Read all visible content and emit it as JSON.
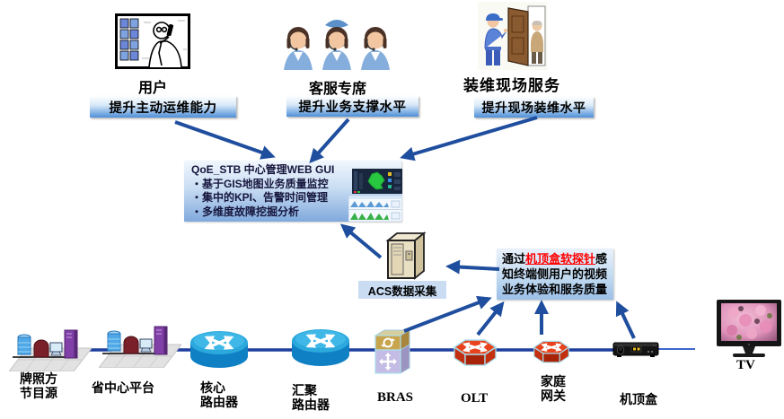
{
  "top_groups": [
    {
      "label": "用户",
      "banner": "提升主动运维能力",
      "icon": "user-on-phone-icon"
    },
    {
      "label": "客服专席",
      "banner": "提升业务支撑水平",
      "icon": "call-center-agents-icon"
    },
    {
      "label": "装维现场服务",
      "banner": "提升现场装维水平",
      "icon": "field-technician-icon"
    }
  ],
  "qoe_box": {
    "title": "QoE_STB 中心管理WEB GUI",
    "bullets": [
      "・基于GIS地图业务质量监控",
      "・集中的KPI、告警时间管理",
      "・多维度故障挖掘分析"
    ],
    "thumbnails": [
      "gis-map-dashboard-icon",
      "kpi-area-charts-icon"
    ]
  },
  "acs": {
    "label": "ACS数据采集",
    "icon": "server-tower-icon"
  },
  "probe_box": {
    "t1": "通过",
    "t2": "机顶盒软探针",
    "t3": "感知终端侧用户的视频业务体验和服务质量"
  },
  "chain": {
    "licensor": {
      "line1": "牌照方",
      "line2": "节目源",
      "icon": "server-platform-icon"
    },
    "province": {
      "line1": "省中心平台",
      "icon": "server-platform-icon"
    },
    "core_router": {
      "line1": "核心",
      "line2": "路由器",
      "icon": "router-icon"
    },
    "agg_router": {
      "line1": "汇聚",
      "line2": "路由器",
      "icon": "router-icon"
    },
    "bras": {
      "line1": "BRAS",
      "icon": "bras-chassis-icon"
    },
    "olt": {
      "line1": "OLT",
      "icon": "hex-switch-icon"
    },
    "home_gateway": {
      "line1": "家庭",
      "line2": "网关",
      "icon": "hex-switch-icon"
    },
    "stb": {
      "line1": "机顶盒",
      "icon": "set-top-box-icon"
    },
    "tv": {
      "line1": "TV",
      "icon": "television-icon"
    }
  },
  "colors": {
    "arrow_blue": "#1F4E9E",
    "highlight_red": "#FF0000",
    "device_red": "#E8431C",
    "router_blue": "#29A8DC",
    "banner_blue": "#4E8FD8"
  }
}
